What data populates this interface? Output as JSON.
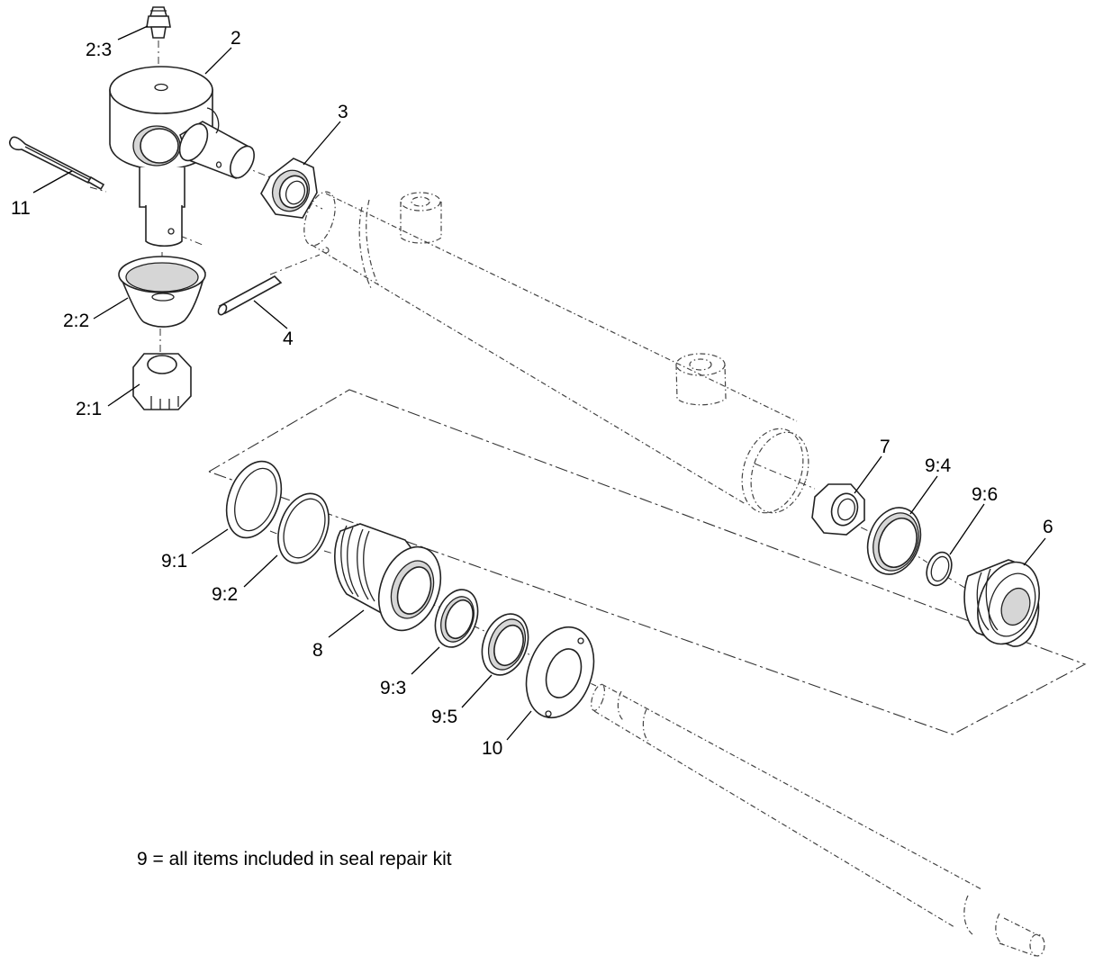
{
  "diagram": {
    "callouts": [
      {
        "id": "c-2-3",
        "label": "2:3"
      },
      {
        "id": "c-2",
        "label": "2"
      },
      {
        "id": "c-3",
        "label": "3"
      },
      {
        "id": "c-11",
        "label": "11"
      },
      {
        "id": "c-4",
        "label": "4"
      },
      {
        "id": "c-2-2",
        "label": "2:2"
      },
      {
        "id": "c-2-1",
        "label": "2:1"
      },
      {
        "id": "c-7",
        "label": "7"
      },
      {
        "id": "c-9-4",
        "label": "9:4"
      },
      {
        "id": "c-9-6",
        "label": "9:6"
      },
      {
        "id": "c-6",
        "label": "6"
      },
      {
        "id": "c-9-1",
        "label": "9:1"
      },
      {
        "id": "c-9-2",
        "label": "9:2"
      },
      {
        "id": "c-8",
        "label": "8"
      },
      {
        "id": "c-9-3",
        "label": "9:3"
      },
      {
        "id": "c-9-5",
        "label": "9:5"
      },
      {
        "id": "c-10",
        "label": "10"
      }
    ],
    "note": "9 = all items included in seal repair kit"
  }
}
